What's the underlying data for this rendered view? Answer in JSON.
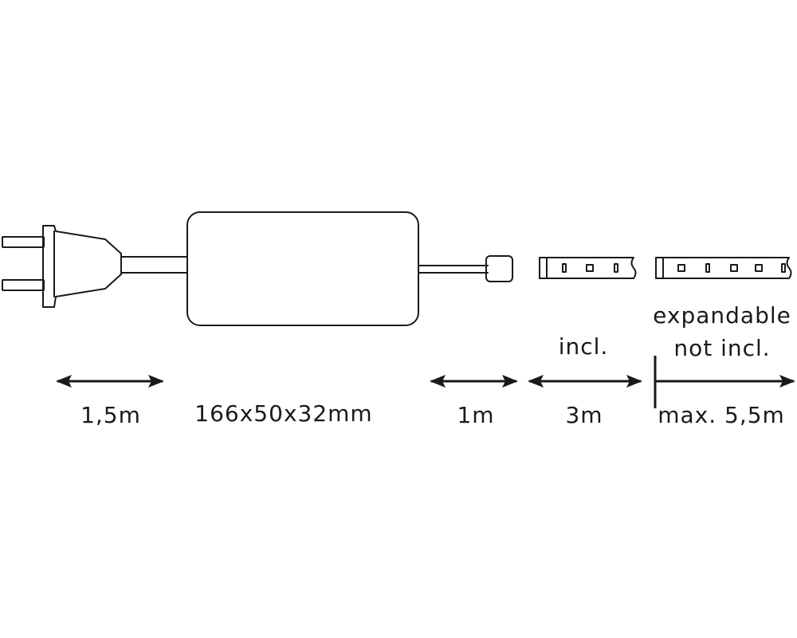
{
  "labels": {
    "cable_length": "1,5m",
    "driver_dimensions": "166x50x32mm",
    "connector_length": "1m",
    "strip_included": "incl.",
    "strip_length": "3m",
    "expandable_line1": "expandable",
    "expandable_line2": "not incl.",
    "max_length": "max. 5,5m"
  },
  "colors": {
    "stroke": "#1a1a1a",
    "background": "#ffffff"
  }
}
